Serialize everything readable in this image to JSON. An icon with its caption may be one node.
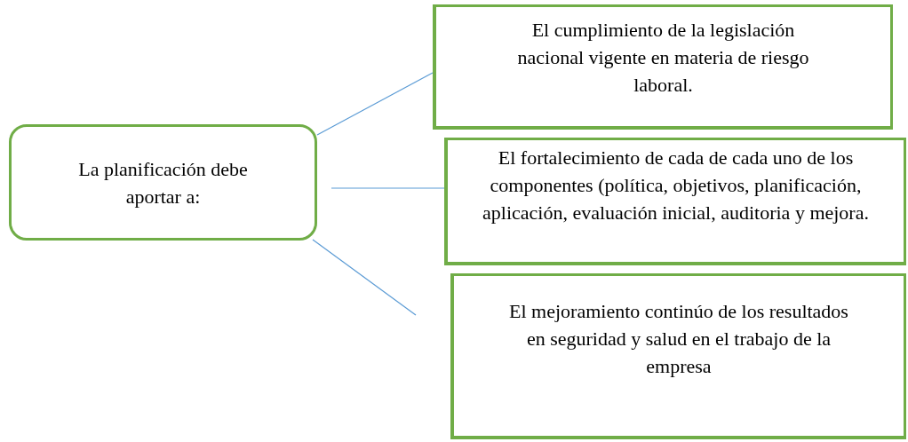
{
  "diagram": {
    "nodes": [
      {
        "text": [
          "La planificación debe aportar a:"
        ]
      },
      {
        "text": [
          "El cumplimiento de la legislación nacional vigente en materia de riesgo laboral."
        ]
      },
      {
        "text": [
          "El fortalecimiento de cada de cada uno de los componentes (política, objetivos, planificación, aplicación, evaluación inicial, auditoria y mejora."
        ]
      },
      {
        "text": [
          "El mejoramiento continúo de los resultados en seguridad y salud en el trabajo de la empresa"
        ]
      }
    ],
    "edges": [
      {
        "from": 0,
        "to": 1,
        "arrow": "none"
      },
      {
        "from": 0,
        "to": 2,
        "arrow": "none"
      },
      {
        "from": 0,
        "to": 3,
        "arrow": "none"
      }
    ]
  }
}
